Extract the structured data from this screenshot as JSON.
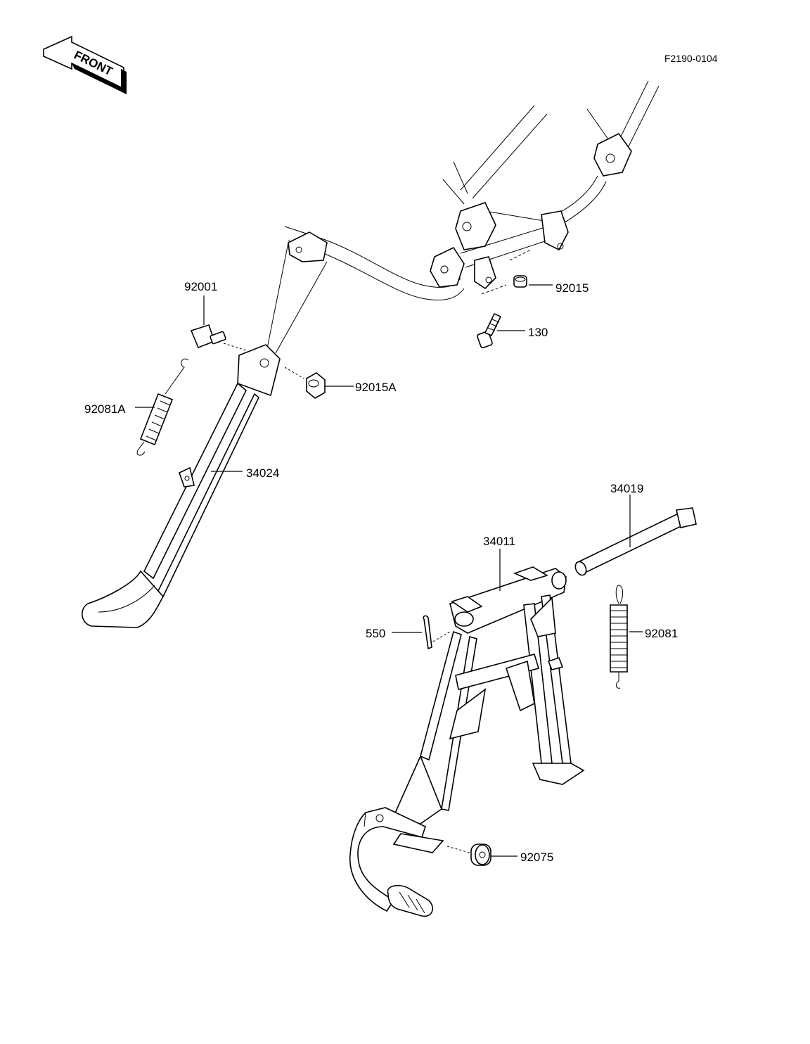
{
  "header": {
    "front_label": "FRONT",
    "drawing_ref": "F2190-0104"
  },
  "callouts": {
    "c92001": "92001",
    "c92015": "92015",
    "c130": "130",
    "c92015A": "92015A",
    "c92081A": "92081A",
    "c34024": "34024",
    "c34019": "34019",
    "c34011": "34011",
    "c550": "550",
    "c92081": "92081",
    "c92075": "92075"
  }
}
